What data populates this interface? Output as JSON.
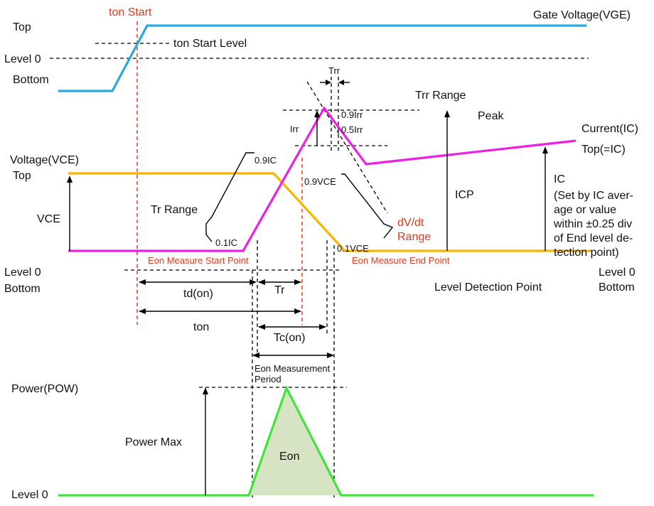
{
  "labels": {
    "ton_start": "ton Start",
    "gate_voltage": "Gate Voltage(VGE)",
    "top_gate": "Top",
    "ton_start_level": "ton Start Level",
    "level0_gate": "Level 0",
    "bottom_gate": "Bottom",
    "trr": "Trr",
    "trr_range": "Trr Range",
    "irr09": "0.9Irr",
    "irr05": "0.5Irr",
    "irr": "Irr",
    "peak": "Peak",
    "current_ic": "Current(IC)",
    "top_ic": "Top(=IC)",
    "voltage_vce": "Voltage(VCE)",
    "top_vce": "Top",
    "ic09": "0.9IC",
    "vce09": "0.9VCE",
    "ic_label": "IC",
    "ic_note_1": "(Set by IC aver-",
    "ic_note_2": "age or value",
    "ic_note_3": "within ±0.25 div",
    "ic_note_4": "of End level de-",
    "ic_note_5": "tection point)",
    "tr_range": "Tr Range",
    "vce": "VCE",
    "icp": "ICP",
    "dvdt_1": "dV/dt",
    "dvdt_2": "Range",
    "ic01": "0.1IC",
    "vce01": "0.1VCE",
    "eon_start": "Eon Measure Start Point",
    "eon_end": "Eon Measure End Point",
    "level0_v": "Level 0",
    "bottom_v": "Bottom",
    "level0_right": "Level 0",
    "bottom_right": "Bottom",
    "level_detection": "Level Detection Point",
    "td_on": "td(on)",
    "tr": "Tr",
    "ton": "ton",
    "tc_on": "Tc(on)",
    "eon_period_1": "Eon Measurement",
    "eon_period_2": "Period",
    "power": "Power(POW)",
    "power_max": "Power Max",
    "eon": "Eon",
    "level0_power": "Level 0"
  },
  "colors": {
    "gate": "#29a8e0",
    "voltage": "#f7b500",
    "current": "#ee1ee6",
    "power": "#3ee63a",
    "eon_fill": "#d6e4c4",
    "marker": "#e03a1e"
  }
}
